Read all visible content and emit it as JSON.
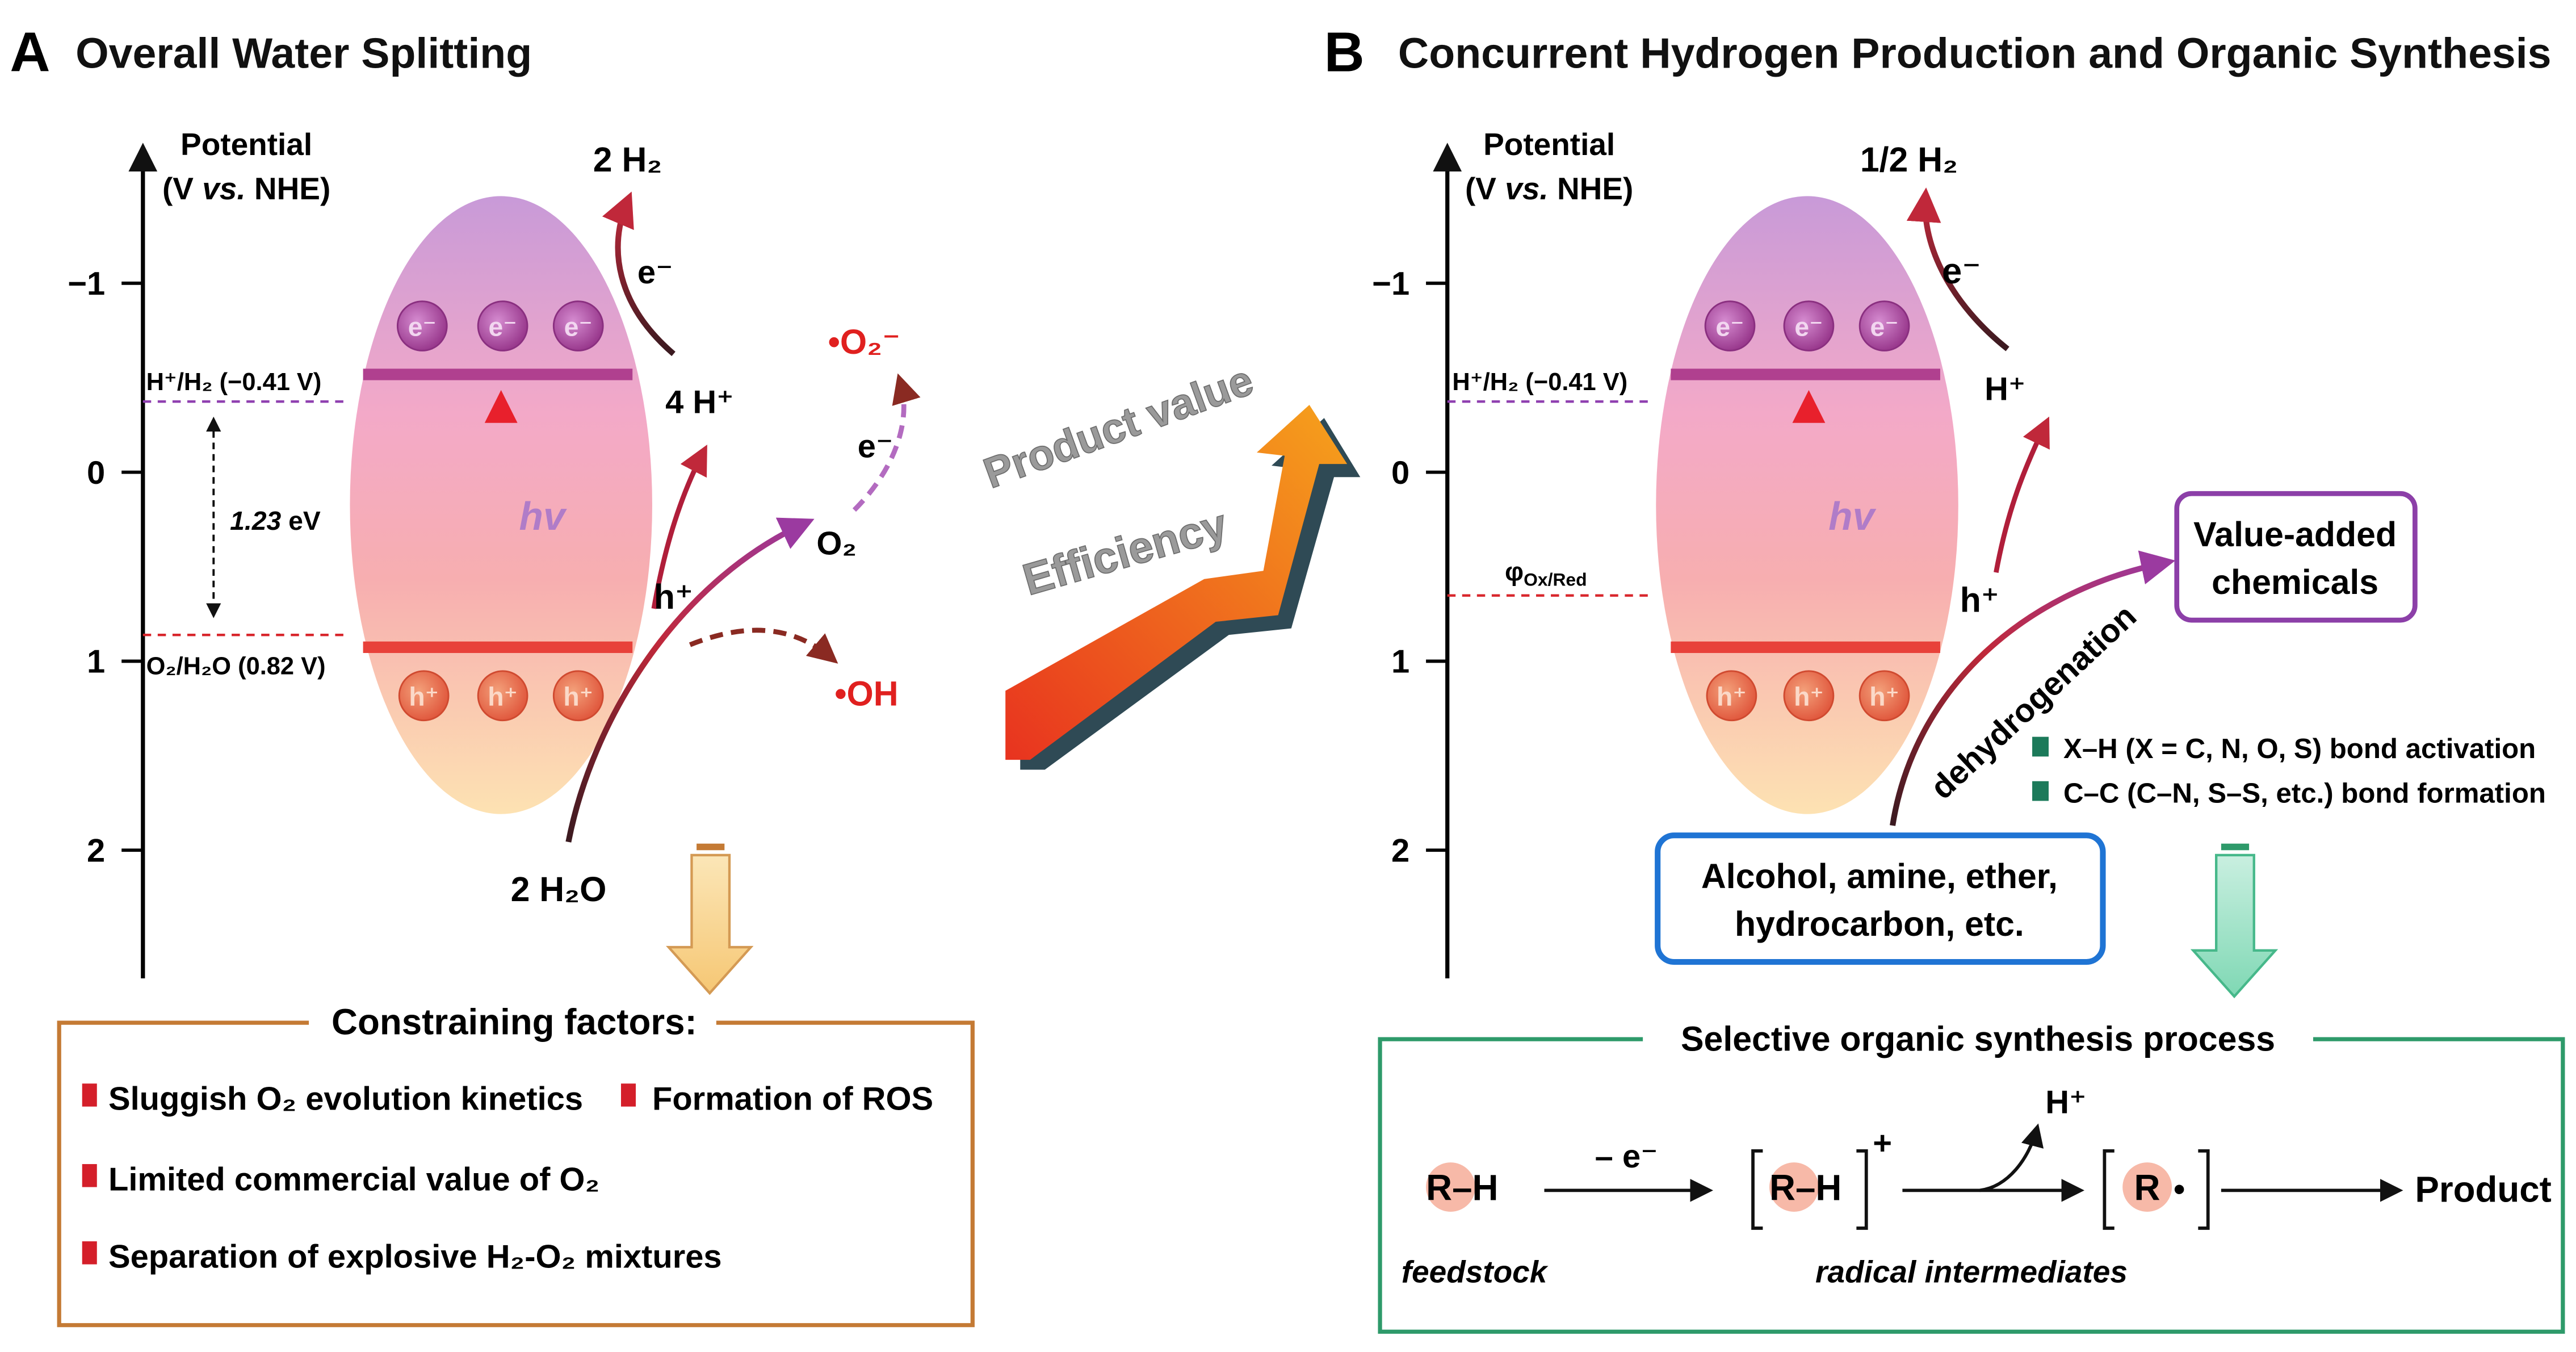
{
  "panel_a": {
    "letter": "A",
    "title": "Overall Water Splitting",
    "axis_title_1": "Potential",
    "axis_title_2_pre": "(V ",
    "axis_title_2_vs": "vs.",
    "axis_title_2_post": " NHE)",
    "ticks": [
      "−1",
      "0",
      "1",
      "2"
    ],
    "h_level_label": "H⁺/H₂ (−0.41 V)",
    "o_level_label": "O₂/H₂O (0.82 V)",
    "gap_value": "1.23",
    "gap_unit": " eV",
    "hv": "hv",
    "electron": "e⁻",
    "hole": "h⁺",
    "electron_arrow": "e⁻",
    "hole_arrow": "h⁺",
    "h2_product": "2 H₂",
    "protons": "4 H⁺",
    "o2": "O₂",
    "superoxide_electron": "e⁻",
    "superoxide": "•O₂⁻",
    "hydroxyl": "•OH",
    "water": "2 H₂O"
  },
  "panel_b": {
    "letter": "B",
    "title": "Concurrent Hydrogen Production and Organic Synthesis",
    "axis_title_1": "Potential",
    "axis_title_2_pre": "(V ",
    "axis_title_2_vs": "vs.",
    "axis_title_2_post": " NHE)",
    "ticks": [
      "−1",
      "0",
      "1",
      "2"
    ],
    "h_level_label": "H⁺/H₂ (−0.41 V)",
    "phi_label": "φ",
    "phi_sub": "Ox/Red",
    "hv": "hv",
    "electron": "e⁻",
    "hole": "h⁺",
    "electron_arrow": "e⁻",
    "hole_arrow": "h⁺",
    "h2_product": "1/2 H₂",
    "proton": "H⁺",
    "value_added_1": "Value-added",
    "value_added_2": "chemicals",
    "dehydrogenation": "dehydrogenation",
    "bond_1": "X–H (X = C, N, O, S) bond activation",
    "bond_2": "C–C (C–N, S–S, etc.) bond formation",
    "substrate_1": "Alcohol, amine, ether,",
    "substrate_2": "hydrocarbon, etc."
  },
  "middle": {
    "product_value": "Product value",
    "efficiency": "Efficiency"
  },
  "constraints": {
    "title": "Constraining factors:",
    "item_1": "Sluggish O₂ evolution kinetics",
    "item_2": "Formation of  ROS",
    "item_3": "Limited commercial value of O₂",
    "item_4": "Separation of explosive H₂-O₂ mixtures"
  },
  "selective": {
    "title": "Selective organic synthesis process",
    "rh": "R–H",
    "minus_e": "– e⁻",
    "rh_cation": "R–H",
    "plus": "+",
    "h_plus": "H⁺",
    "radical": "R",
    "dot": "•",
    "product": "Product",
    "feedstock": "feedstock",
    "radical_intermediates": "radical intermediates"
  },
  "colors": {
    "purple_band": "#b0408f",
    "red_band": "#e8413a",
    "red_text": "#e0201f",
    "orange_box": "#c47a34",
    "green_box": "#2e9a6a",
    "blue_box": "#1f74d4",
    "purple_box": "#8c3fa8"
  }
}
